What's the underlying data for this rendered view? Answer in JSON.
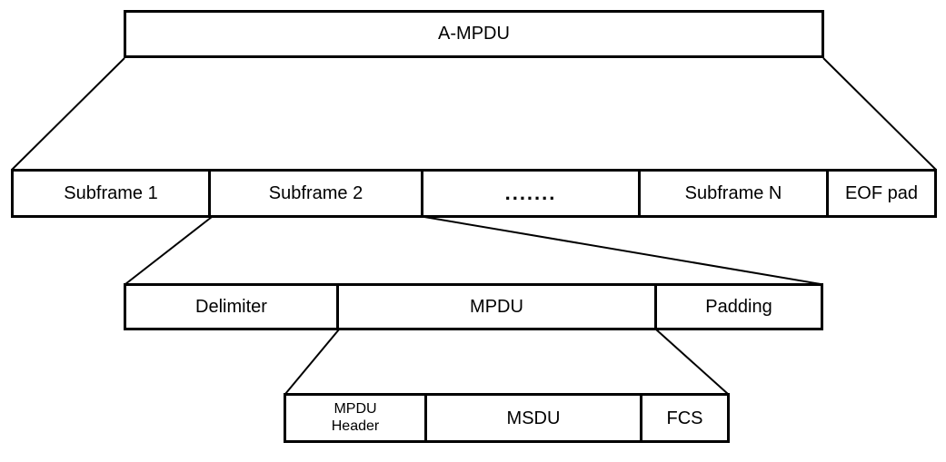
{
  "diagram": {
    "background_color": "#ffffff",
    "line_color": "#000000",
    "ampdu": {
      "label": "A-MPDU"
    },
    "subframes": {
      "cells": [
        {
          "label": "Subframe 1"
        },
        {
          "label": "Subframe 2"
        },
        {
          "label": "......."
        },
        {
          "label": "Subframe N"
        },
        {
          "label": "EOF pad"
        }
      ]
    },
    "subframe_detail": {
      "cells": [
        {
          "label": "Delimiter"
        },
        {
          "label": "MPDU"
        },
        {
          "label": "Padding"
        }
      ]
    },
    "mpdu_detail": {
      "cells": [
        {
          "label": "MPDU\nHeader"
        },
        {
          "label": "MSDU"
        },
        {
          "label": "FCS"
        }
      ]
    }
  }
}
